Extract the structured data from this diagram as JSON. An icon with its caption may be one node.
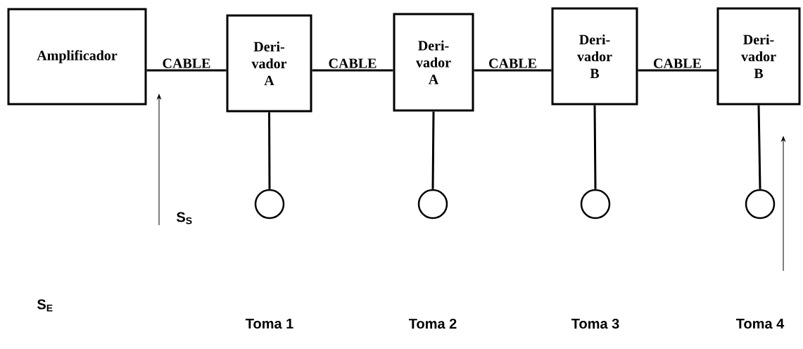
{
  "diagram": {
    "nodes": [
      {
        "text": [
          "Amplificador"
        ]
      },
      {
        "text": [
          "Deri- vador A"
        ]
      },
      {
        "text": [
          "Deri- vador A"
        ]
      },
      {
        "text": [
          "Deri- vador B"
        ]
      },
      {
        "text": [
          "Deri- vador B"
        ]
      },
      {
        "text": [],
        "shape": "circle"
      },
      {
        "text": [],
        "shape": "circle"
      },
      {
        "text": [],
        "shape": "circle"
      },
      {
        "text": [],
        "shape": "circle"
      }
    ],
    "edges": [
      {
        "from": 0,
        "to": 1,
        "arrow": "none",
        "label": "CABLE"
      },
      {
        "from": 1,
        "to": 2,
        "arrow": "none",
        "label": "CABLE"
      },
      {
        "from": 2,
        "to": 3,
        "arrow": "none",
        "label": "CABLE"
      },
      {
        "from": 3,
        "to": 4,
        "arrow": "none",
        "label": "CABLE"
      },
      {
        "from": 1,
        "to": 5,
        "arrow": "none"
      },
      {
        "from": 2,
        "to": 6,
        "arrow": "none"
      },
      {
        "from": 3,
        "to": 7,
        "arrow": "none"
      },
      {
        "from": 4,
        "to": 8,
        "arrow": "none"
      }
    ],
    "labels": [
      "S$_{S}$",
      "S$_{E}$",
      "Toma 1",
      "Toma 2",
      "Toma 3",
      "Toma 4"
    ]
  }
}
